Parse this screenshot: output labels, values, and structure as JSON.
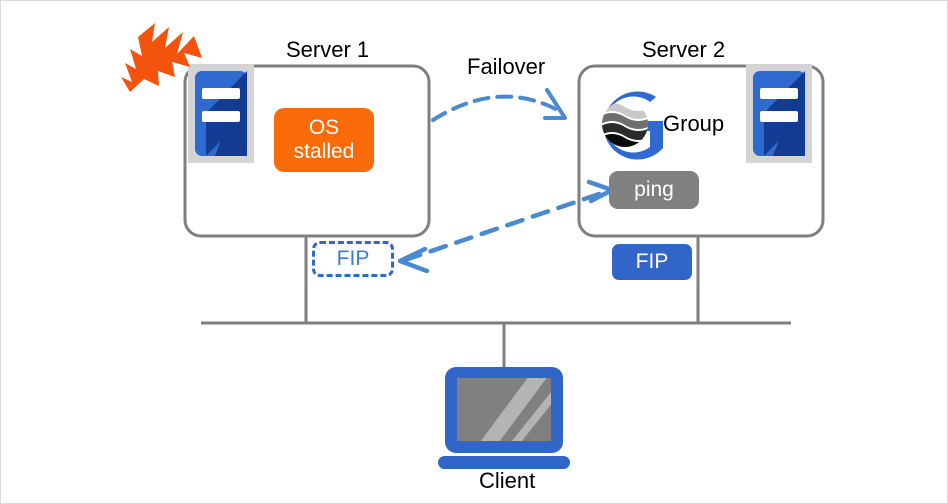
{
  "diagram": {
    "title_server1": "Server 1",
    "title_server2": "Server 2",
    "failover_label": "Failover",
    "client_label": "Client",
    "group_label": "Group",
    "os_stalled_line1": "OS",
    "os_stalled_line2": "stalled",
    "ping_label": "ping",
    "fip_standby_label": "FIP",
    "fip_active_label": "FIP"
  },
  "colors": {
    "accent_blue": "#3265c8",
    "arrow_blue": "#4a8ad0",
    "alert_orange": "#f96a08",
    "ping_gray": "#808080",
    "outline_gray": "#7f7f7f",
    "icon_frame_gray": "#d4d4d4",
    "screen_gray": "#808080",
    "page_border": "#d9d9d9"
  },
  "icons": {
    "server1_rack": "server-rack-icon",
    "server2_rack": "server-rack-icon",
    "group_logo": "group-globe-logo-icon",
    "fault_burst": "lightning-burst-icon",
    "client_monitor": "client-monitor-icon"
  }
}
